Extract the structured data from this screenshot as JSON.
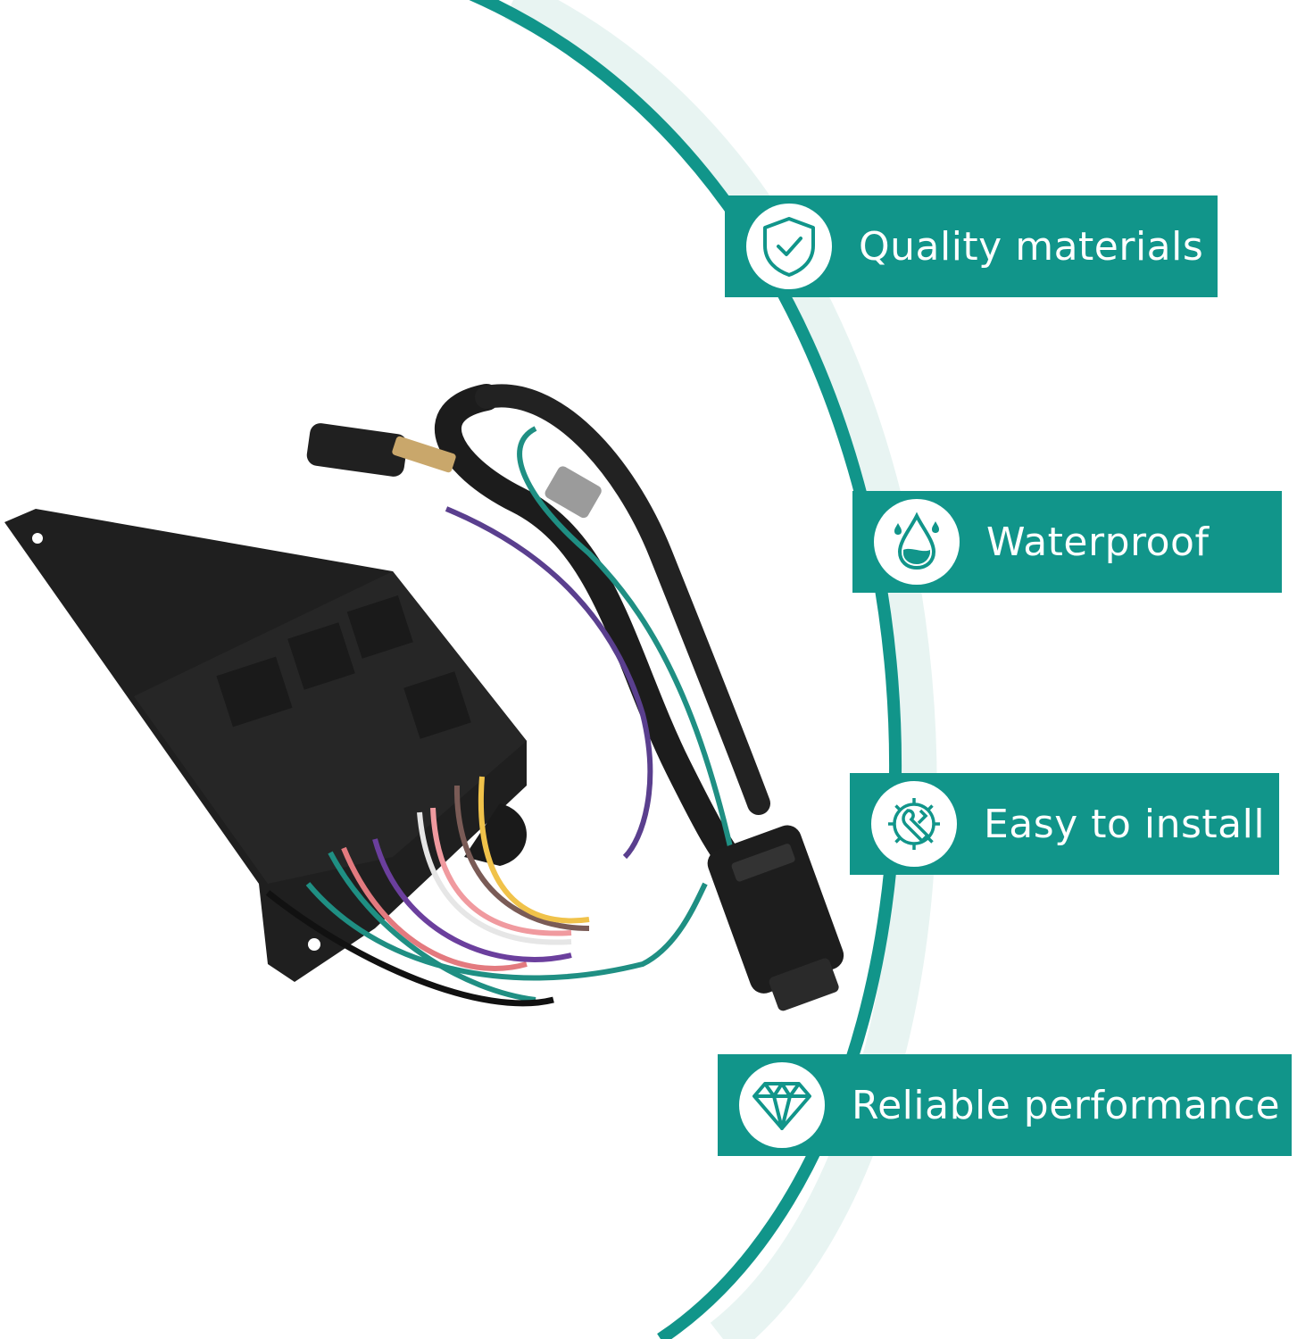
{
  "colors": {
    "accent": "#11958a",
    "arc_light": "#e8f4f2",
    "housing": "#1f1f1f"
  },
  "features": [
    {
      "label": "Quality materials",
      "icon": "shield-check-icon"
    },
    {
      "label": "Waterproof",
      "icon": "water-drop-icon"
    },
    {
      "label": "Easy to install",
      "icon": "gear-wrench-icon"
    },
    {
      "label": "Reliable performance",
      "icon": "diamond-icon"
    }
  ]
}
